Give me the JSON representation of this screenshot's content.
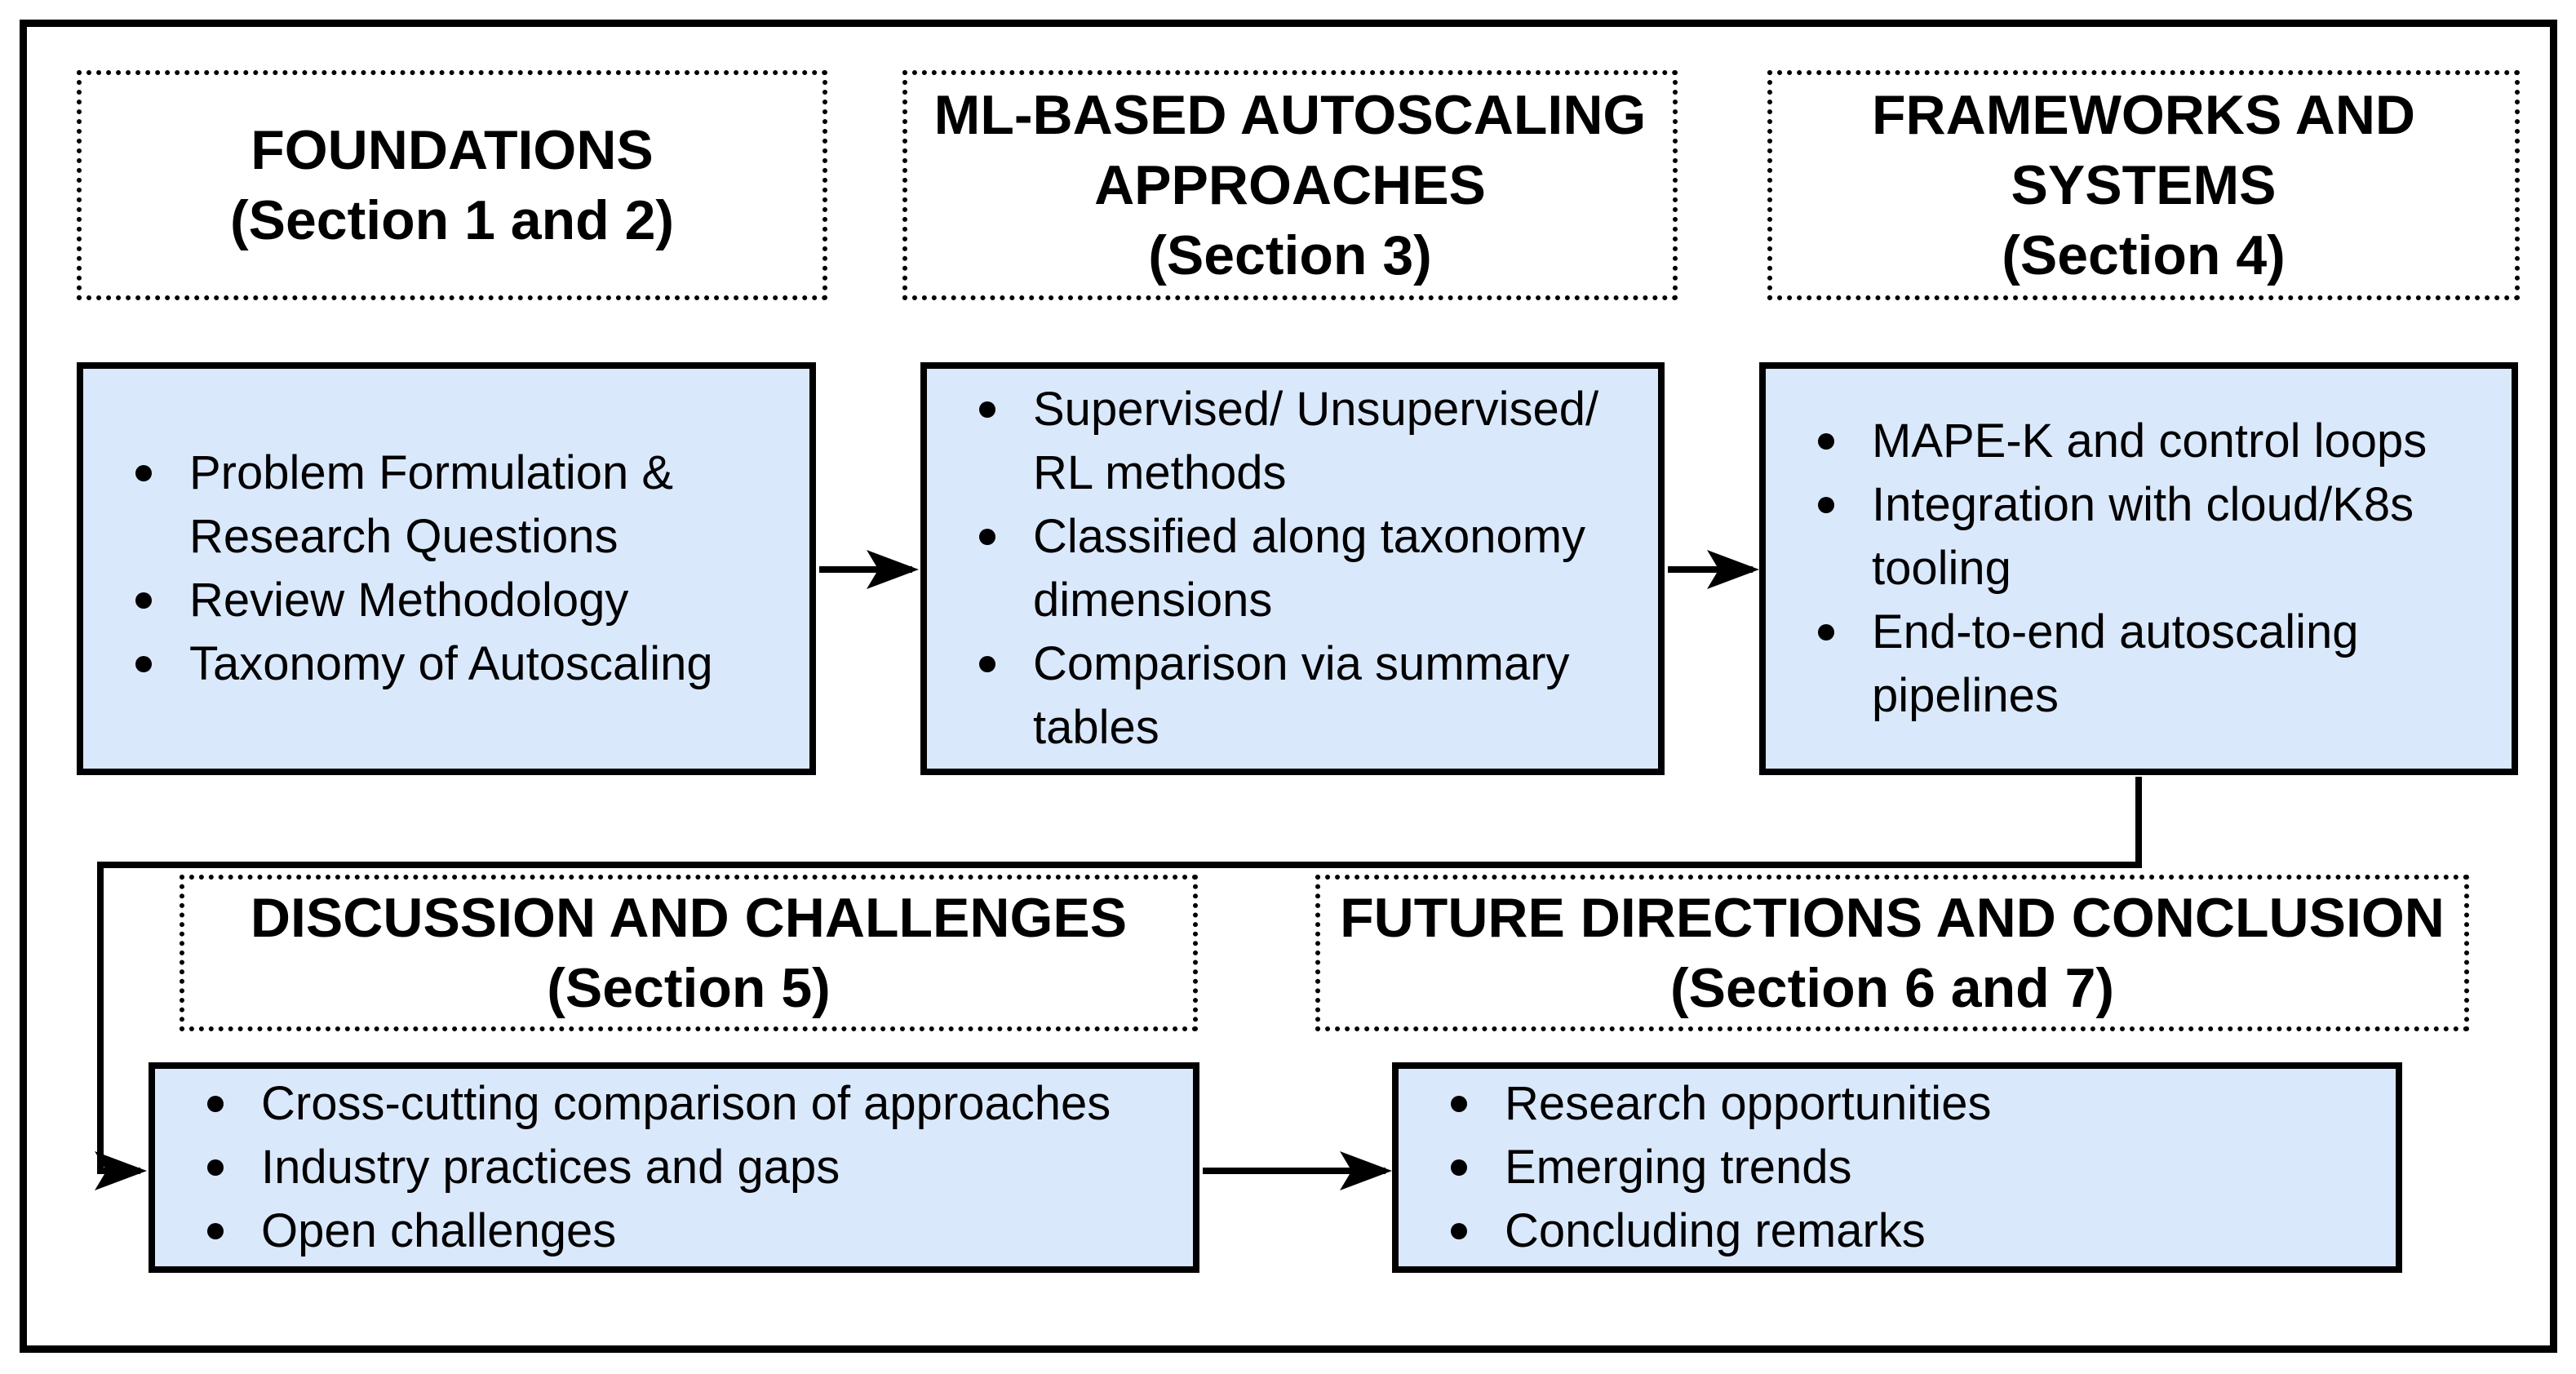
{
  "diagram": {
    "background": "#ffffff",
    "node_fill": "#dae8fc",
    "line_color": "#000000",
    "nodes": {
      "foundations_header": {
        "lines": [
          "FOUNDATIONS",
          "(Section 1 and 2)"
        ]
      },
      "ml_header": {
        "lines": [
          "ML-BASED AUTOSCALING",
          "APPROACHES",
          "(Section 3)"
        ]
      },
      "frameworks_header": {
        "lines": [
          "FRAMEWORKS AND",
          "SYSTEMS",
          "(Section 4)"
        ]
      },
      "discussion_header": {
        "lines": [
          "DISCUSSION AND CHALLENGES",
          "(Section 5)"
        ]
      },
      "future_header": {
        "lines": [
          "FUTURE DIRECTIONS AND CONCLUSION",
          "(Section 6 and 7)"
        ]
      },
      "foundations_box": {
        "bullets": [
          {
            "l1": "Problem Formulation &",
            "l2": "Research Questions"
          },
          {
            "l1": "Review Methodology"
          },
          {
            "l1": "Taxonomy of Autoscaling"
          }
        ]
      },
      "ml_box": {
        "bullets": [
          {
            "l1": "Supervised/ Unsupervised/",
            "l2": "RL methods"
          },
          {
            "l1": "Classified along taxonomy",
            "l2": "dimensions"
          },
          {
            "l1": "Comparison via summary",
            "l2": "tables"
          }
        ]
      },
      "frameworks_box": {
        "bullets": [
          {
            "l1": "MAPE-K and control loops"
          },
          {
            "l1": "Integration with cloud/K8s",
            "l2": "tooling"
          },
          {
            "l1": "End-to-end autoscaling",
            "l2": "pipelines"
          }
        ]
      },
      "discussion_box": {
        "bullets": [
          {
            "l1": "Cross-cutting comparison of approaches"
          },
          {
            "l1": "Industry practices and gaps"
          },
          {
            "l1": "Open challenges"
          }
        ]
      },
      "future_box": {
        "bullets": [
          {
            "l1": "Research opportunities"
          },
          {
            "l1": "Emerging trends"
          },
          {
            "l1": "Concluding remarks"
          }
        ]
      }
    },
    "edges": [
      {
        "from": "foundations",
        "to": "ml-approaches",
        "type": "arrow-right"
      },
      {
        "from": "ml-approaches",
        "to": "frameworks",
        "type": "arrow-right"
      },
      {
        "from": "frameworks",
        "to": "discussion",
        "type": "elbow-arrow-down-left"
      },
      {
        "from": "discussion",
        "to": "future-directions",
        "type": "arrow-right"
      }
    ]
  }
}
